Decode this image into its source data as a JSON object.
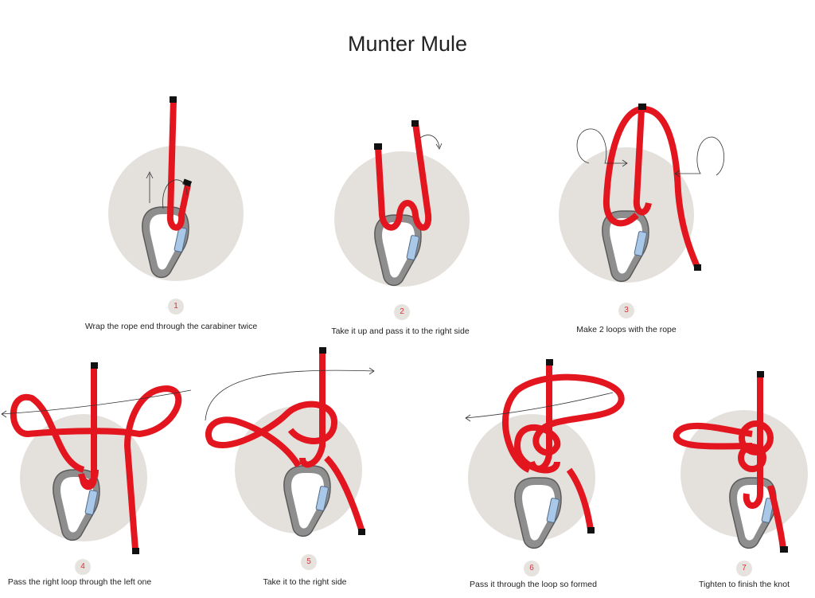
{
  "title": "Munter Mule",
  "colors": {
    "rope": "#e3161f",
    "background_circle": "#e4e1dd",
    "carabiner": "#8e8e8e",
    "gate": "#a9c7e6",
    "step_number": "#d8333a"
  },
  "steps": [
    {
      "number": "1",
      "caption": "Wrap the rope end through the carabiner twice"
    },
    {
      "number": "2",
      "caption": "Take it up and pass it to the right side"
    },
    {
      "number": "3",
      "caption": "Make 2 loops with the rope"
    },
    {
      "number": "4",
      "caption": "Pass the right loop through the left one"
    },
    {
      "number": "5",
      "caption": "Take it to the right side"
    },
    {
      "number": "6",
      "caption": "Pass it through the loop so formed"
    },
    {
      "number": "7",
      "caption": "Tighten to finish the knot"
    }
  ]
}
